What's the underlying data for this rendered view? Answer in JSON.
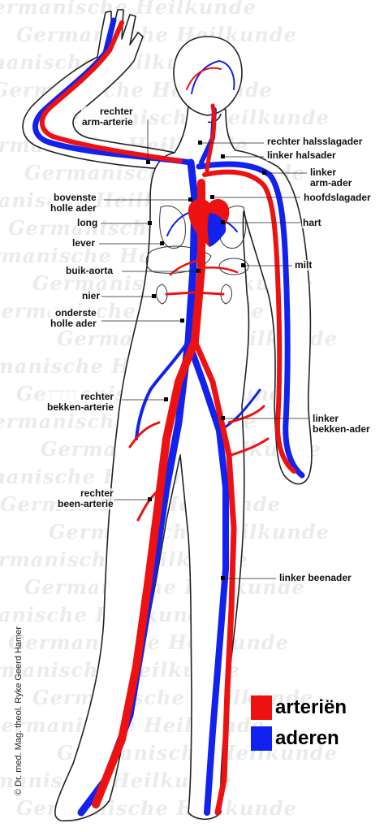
{
  "watermark_text": "Germanische Heilkunde",
  "colors": {
    "artery": "#ee1111",
    "vein": "#1122ee",
    "outline": "#222222",
    "watermark": "#ebebeb"
  },
  "labels": {
    "rechter_arm_arterie": "rechter\narm-arterie",
    "rechter_halsslagader": "rechter halsslagader",
    "linker_halsader": "linker halsader",
    "linker_arm_ader": "linker\narm-ader",
    "hoofdslagader": "hoofdslagader",
    "bovenste_holle_ader": "bovenste\nholle ader",
    "long": "long",
    "hart": "hart",
    "lever": "lever",
    "milt": "milt",
    "buik_aorta": "buik-aorta",
    "nier": "nier",
    "onderste_holle_ader": "onderste\nholle ader",
    "rechter_bekken_arterie": "rechter\nbekken-arterie",
    "linker_bekken_ader": "linker\nbekken-ader",
    "rechter_been_arterie": "rechter\nbeen-arterie",
    "linker_beenader": "linker beenader"
  },
  "legend": {
    "arteries": "arteriën",
    "veins": "aderen"
  },
  "credit": "© Dr. med. Mag. theol. Ryke Geerd Hamer"
}
